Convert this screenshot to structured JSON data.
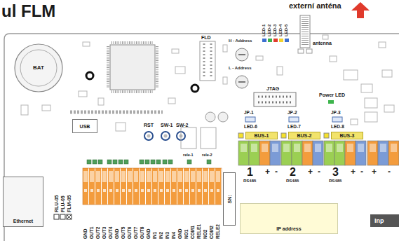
{
  "diagram": {
    "title": "ul FLM",
    "nodes": [
      {
        "text": [
          "BAT"
        ]
      },
      {
        "text": [
          "USB"
        ]
      },
      {
        "text": [
          "Ethernet"
        ]
      },
      {
        "text": [
          "BUS-1"
        ]
      },
      {
        "text": [
          "BUS-2"
        ]
      },
      {
        "text": [
          "BUS-3"
        ]
      },
      {
        "text": [
          "SN:"
        ]
      },
      {
        "text": [
          "IP address"
        ]
      },
      {
        "text": [
          "Inp"
        ]
      }
    ],
    "labels": [
      "externí anténa",
      "FLD",
      "H - Address",
      "L - Address",
      "LED-1",
      "LED-2",
      "LED-3",
      "LED-4",
      "LED-5",
      "antenna",
      "JTAG",
      "Power LED",
      "RST",
      "SW-1",
      "SW-2",
      "JP-1",
      "JP-2",
      "JP-3",
      "LED-6",
      "LED-7",
      "LED-8",
      "1",
      "RS485",
      "+",
      "-",
      "2",
      "RS485",
      "+",
      "-",
      "3",
      "RS485",
      "+",
      "-",
      "+",
      "-",
      "RLU-05",
      "FLU-05",
      "FLM-05",
      "rele-1",
      "rele-2",
      "GND",
      "OUT1",
      "OUT2",
      "OUT3",
      "OUT4",
      "GND",
      "OUT5",
      "OUT6",
      "OUT7",
      "OUT8",
      "GND",
      "IN1",
      "IN2",
      "IN3",
      "IN4",
      "GND",
      "NO1",
      "COM1",
      "RELE1",
      "NO2",
      "COM2",
      "RELE2"
    ]
  }
}
